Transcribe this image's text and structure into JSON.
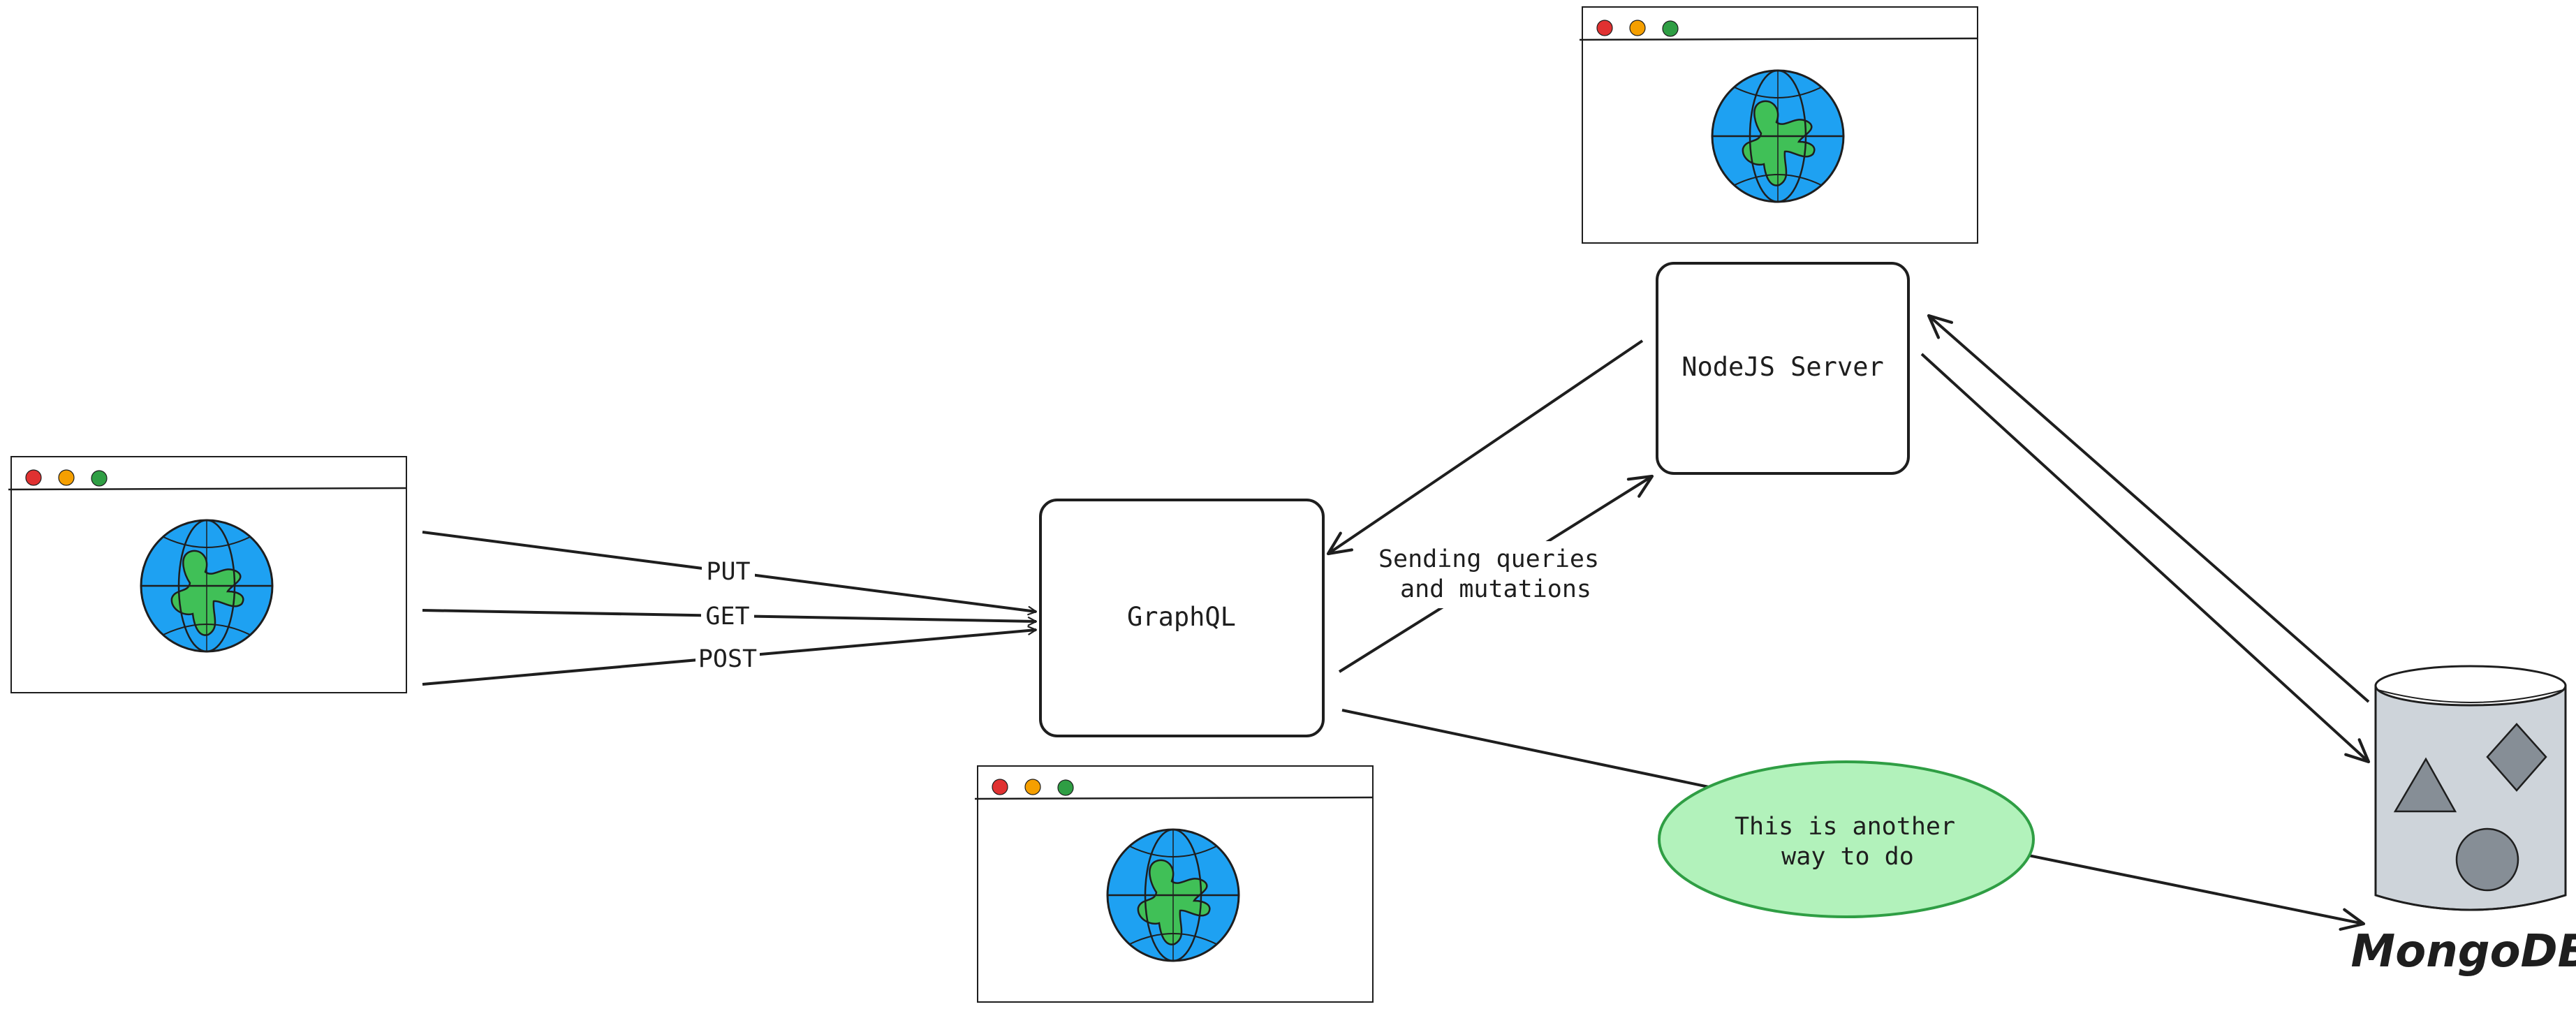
{
  "nodes": {
    "graphql": {
      "label": "GraphQL"
    },
    "node_server": {
      "label": "NodeJS Server"
    },
    "note": {
      "label_line1": "This is another",
      "label_line2": "way to do"
    },
    "database": {
      "label": "MongoDB"
    }
  },
  "edges": {
    "put": {
      "label": "PUT"
    },
    "get": {
      "label": "GET"
    },
    "post": {
      "label": "POST"
    },
    "queries": {
      "label_line1": "Sending queries",
      "label_line2": "and mutations"
    }
  },
  "colors": {
    "stroke": "#1e1e1e",
    "globe_ocean": "#1ea1f2",
    "globe_land": "#40c057",
    "dot_red": "#e03131",
    "dot_yellow": "#f59f00",
    "dot_green": "#2f9e44",
    "note_fill": "#b2f2bb",
    "note_stroke": "#2f9e44",
    "cylinder_fill": "#ced4da",
    "shape_fill": "#868e96"
  },
  "icons": [
    "browser-window-icon",
    "globe-icon",
    "database-cylinder-icon",
    "triangle-icon",
    "diamond-icon",
    "circle-icon"
  ]
}
